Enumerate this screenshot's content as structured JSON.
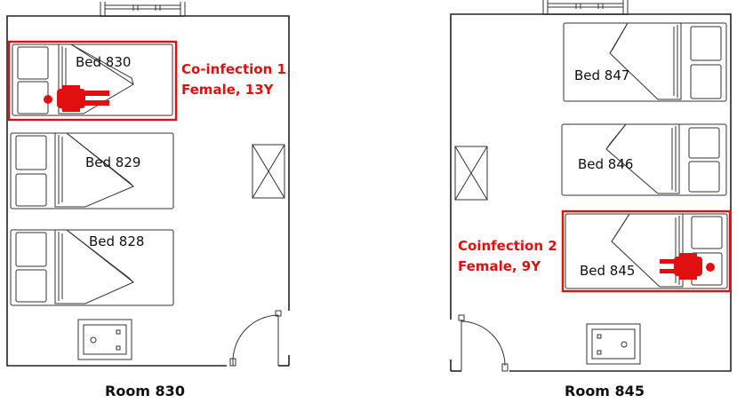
{
  "rooms": {
    "left": {
      "label": "Room 830",
      "beds": [
        "Bed 830",
        "Bed 829",
        "Bed 828"
      ]
    },
    "right": {
      "label": "Room 845",
      "beds": [
        "Bed 847",
        "Bed 846",
        "Bed 845"
      ]
    }
  },
  "cases": {
    "left": {
      "line1": "Co-infection 1",
      "line2": "Female, 13Y"
    },
    "right": {
      "line1": "Coinfection 2",
      "line2": "Female, 9Y"
    }
  },
  "colors": {
    "highlight": "#e01010",
    "wall": "#222222",
    "fixture": "#333333"
  }
}
